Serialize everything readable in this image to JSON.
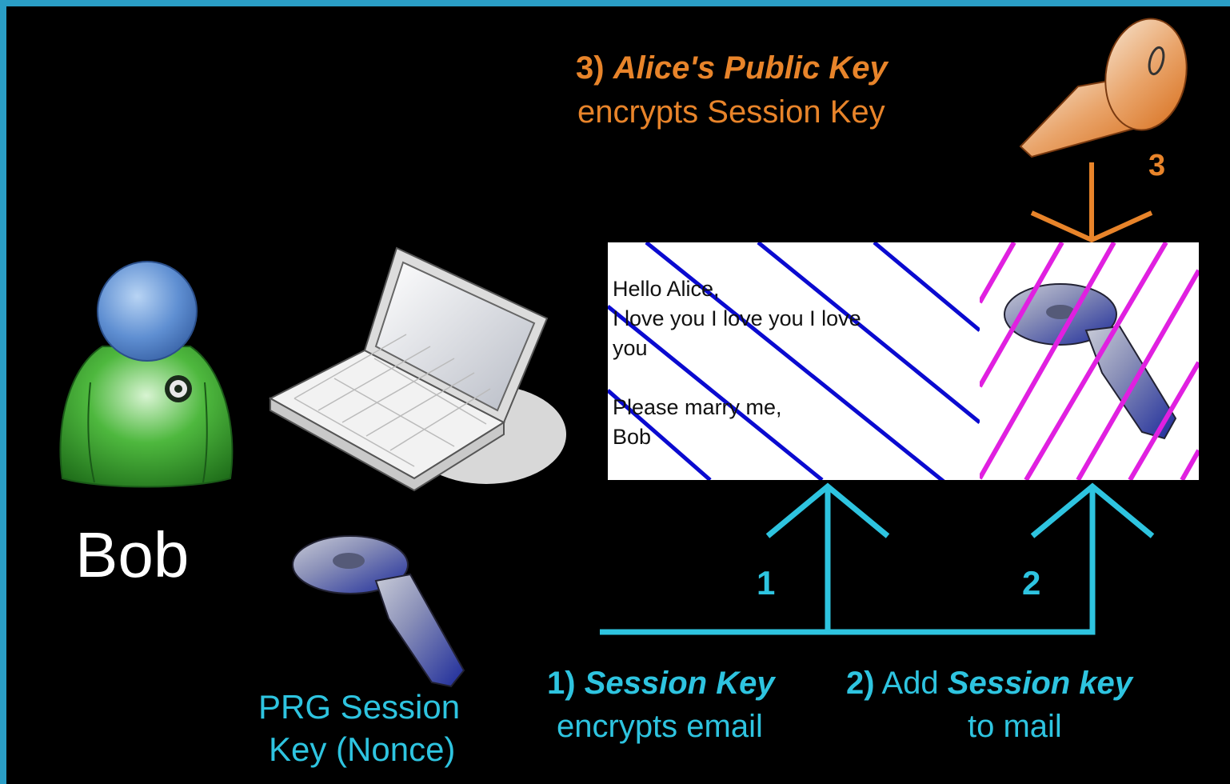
{
  "person": {
    "name": "Bob"
  },
  "step3": {
    "number_label": "3)",
    "title": "Alice's Public Key",
    "subtitle": "encrypts Session Key",
    "marker": "3"
  },
  "step1": {
    "number_label": "1)",
    "title": "Session Key",
    "subtitle": "encrypts email",
    "marker": "1"
  },
  "step2": {
    "number_label": "2)",
    "prefix": "Add",
    "title": "Session key",
    "subtitle": "to mail",
    "marker": "2"
  },
  "session_key": {
    "caption_line1": "PRG Session",
    "caption_line2": "Key (Nonce)"
  },
  "email": {
    "line1": "Hello Alice,",
    "line2": "I love you I love you I love",
    "line3": "you",
    "line4": "Please marry me,",
    "line5": "Bob"
  },
  "colors": {
    "frame": "#2a9ec6",
    "orange": "#e8842a",
    "cyan": "#2ec4e0",
    "blue_hatch": "#0a0ad0",
    "magenta_hatch": "#e020e0"
  },
  "icons": [
    "user-icon",
    "laptop-icon",
    "key-icon",
    "public-key-icon",
    "arrow-icon"
  ]
}
